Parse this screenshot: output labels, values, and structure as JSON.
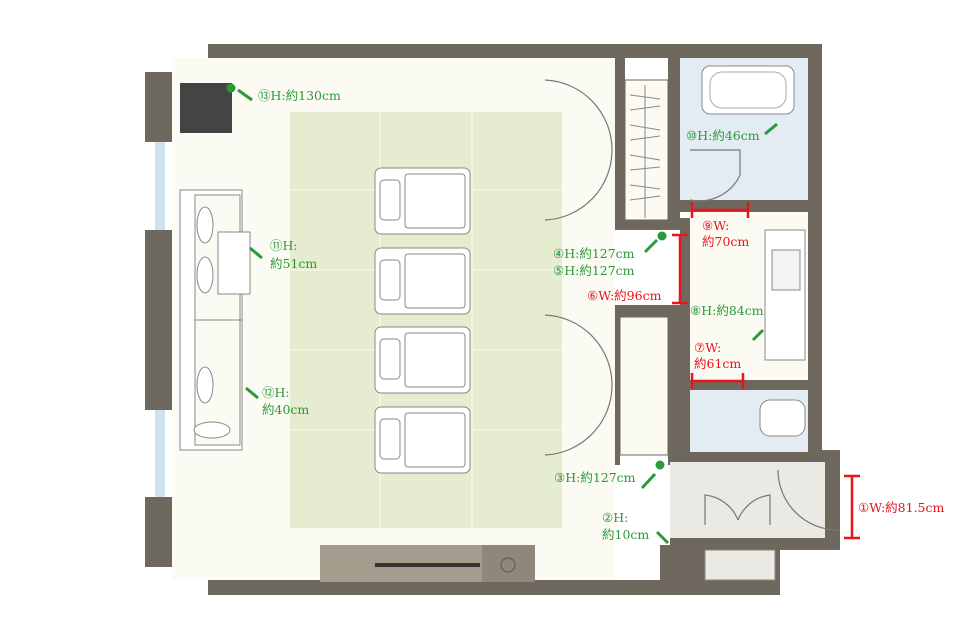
{
  "colors": {
    "wall": "#6d675e",
    "floor": "#fbfaf3",
    "tatami": "#e5ecd0",
    "bath": "#e3ebf3",
    "entry": "#ebe9e3",
    "green": "#2a9a3a",
    "red": "#e8141c"
  },
  "labels": {
    "l1": "①W:約81.5cm",
    "l2a": "②H:",
    "l2b": "約10cm",
    "l3": "③H:約127cm",
    "l4": "④H:約127cm",
    "l5": "⑤H:約127cm",
    "l6": "⑥W:約96cm",
    "l7a": "⑦W:",
    "l7b": "約61cm",
    "l8": "⑧H:約84cm",
    "l9a": "⑨W:",
    "l9b": "約70cm",
    "l10": "⑩H:約46cm",
    "l11a": "⑪H:",
    "l11b": "約51cm",
    "l12a": "⑫H:",
    "l12b": "約40cm",
    "l13": "⑬H:約130cm"
  }
}
